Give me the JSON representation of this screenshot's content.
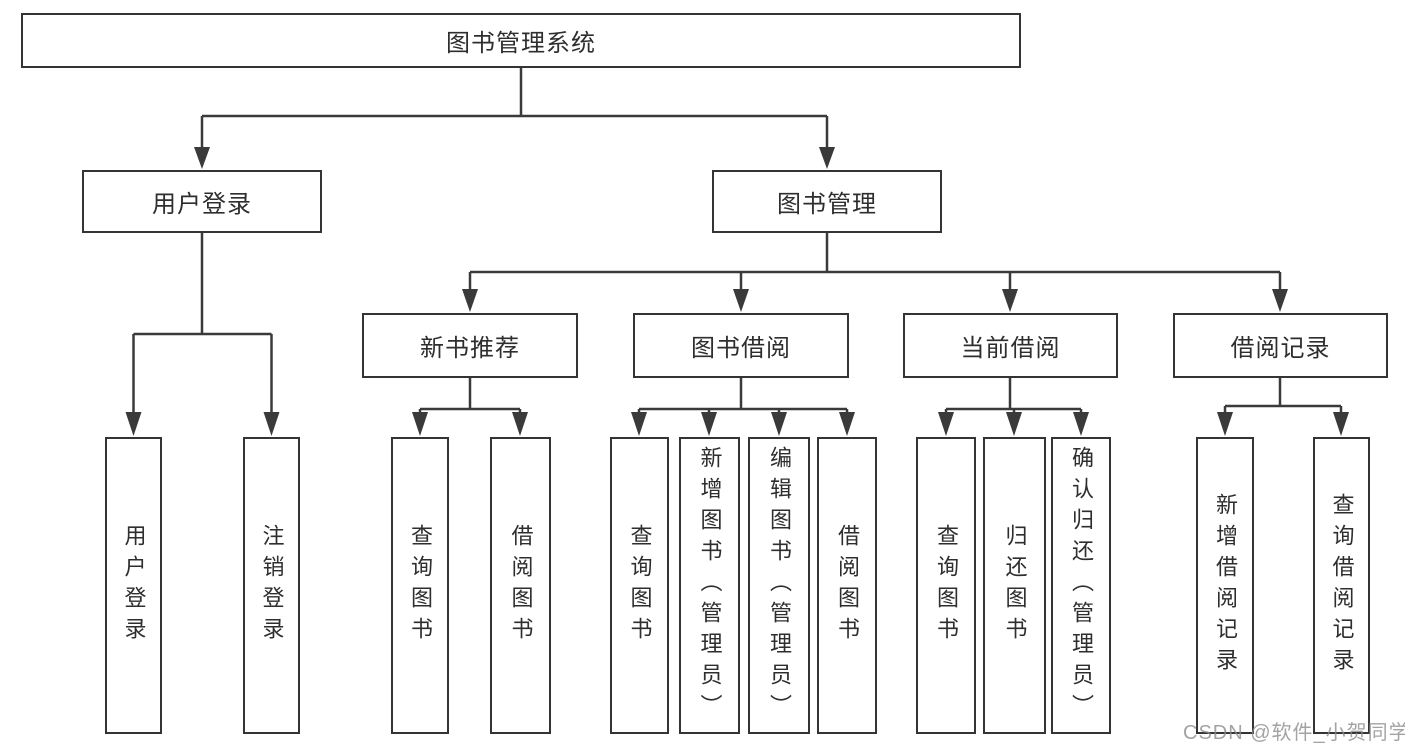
{
  "diagram": {
    "title": "图书管理系统",
    "nodes": {
      "root": {
        "label": "图书管理系统"
      },
      "user_login": {
        "label": "用户登录"
      },
      "book_mgmt": {
        "label": "图书管理"
      },
      "new_book_rec": {
        "label": "新书推荐"
      },
      "book_borrow": {
        "label": "图书借阅"
      },
      "current_borrow": {
        "label": "当前借阅"
      },
      "borrow_records": {
        "label": "借阅记录"
      },
      "leaf_user_login": {
        "label": "用户登录"
      },
      "leaf_logout": {
        "label": "注销登录"
      },
      "leaf_nb_query": {
        "label": "查询图书"
      },
      "leaf_nb_borrow": {
        "label": "借阅图书"
      },
      "leaf_bb_query": {
        "label": "查询图书"
      },
      "leaf_bb_add": {
        "label": "新增图书（管理员）"
      },
      "leaf_bb_edit": {
        "label": "编辑图书（管理员）"
      },
      "leaf_bb_borrow": {
        "label": "借阅图书"
      },
      "leaf_cb_query": {
        "label": "查询图书"
      },
      "leaf_cb_return": {
        "label": "归还图书"
      },
      "leaf_cb_confirm": {
        "label": "确认归还（管理员）"
      },
      "leaf_br_add": {
        "label": "新增借阅记录"
      },
      "leaf_br_query": {
        "label": "查询借阅记录"
      }
    },
    "edges": [
      {
        "from": "root",
        "to": [
          "user_login",
          "book_mgmt"
        ]
      },
      {
        "from": "user_login",
        "to": [
          "leaf_user_login",
          "leaf_logout"
        ]
      },
      {
        "from": "book_mgmt",
        "to": [
          "new_book_rec",
          "book_borrow",
          "current_borrow",
          "borrow_records"
        ]
      },
      {
        "from": "new_book_rec",
        "to": [
          "leaf_nb_query",
          "leaf_nb_borrow"
        ]
      },
      {
        "from": "book_borrow",
        "to": [
          "leaf_bb_query",
          "leaf_bb_add",
          "leaf_bb_edit",
          "leaf_bb_borrow"
        ]
      },
      {
        "from": "current_borrow",
        "to": [
          "leaf_cb_query",
          "leaf_cb_return",
          "leaf_cb_confirm"
        ]
      },
      {
        "from": "borrow_records",
        "to": [
          "leaf_br_add",
          "leaf_br_query"
        ]
      }
    ],
    "colors": {
      "line": "#3a3a3a",
      "border": "#343434",
      "text": "#2e2e2e",
      "background": "#ffffff",
      "watermark": "#8c8c8c"
    }
  },
  "watermark": {
    "text": "CSDN @软件_小贺同学"
  }
}
